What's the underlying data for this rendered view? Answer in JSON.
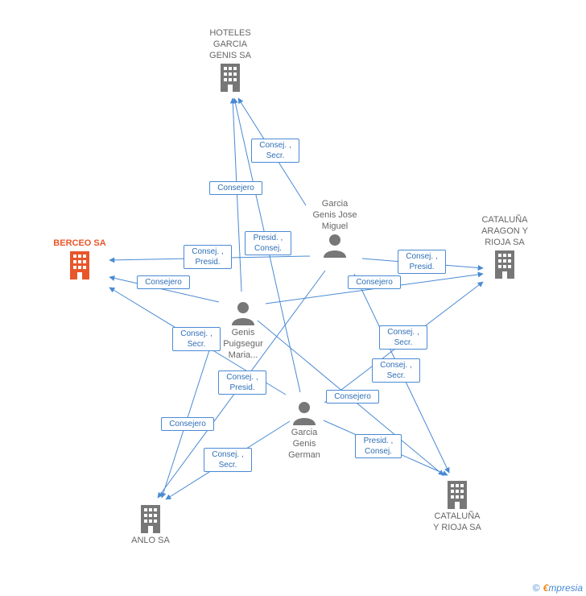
{
  "colors": {
    "edge": "#4a8ad4",
    "company": "#777777",
    "highlight": "#e8562a",
    "person": "#777777"
  },
  "companies": {
    "hoteles": "HOTELES\nGARCIA\nGENIS SA",
    "berceo": "BERCEO SA",
    "cat_aragon": "CATALUÑA\nARAGON Y\nRIOJA SA",
    "anlo": "ANLO SA",
    "cat_rioja": "CATALUÑA\nY RIOJA SA"
  },
  "people": {
    "miguel": "Garcia\nGenis Jose\nMiguel",
    "maria": "Genis\nPuigsegur\nMaria...",
    "german": "Garcia\nGenis\nGerman"
  },
  "relations": {
    "r1": "Consej. ,\nSecr.",
    "r2": "Consejero",
    "r3": "Consej. ,\nPresid.",
    "r4": "Presid. ,\nConsej.",
    "r5": "Consej. ,\nPresid.",
    "r6": "Consejero",
    "r7": "Consejero",
    "r8": "Consej. ,\nSecr.",
    "r9": "Consej. ,\nSecr.",
    "r10": "Consej. ,\nSecr.",
    "r11": "Consej. ,\nPresid.",
    "r12": "Consejero",
    "r13": "Consejero",
    "r14": "Consej. ,\nSecr.",
    "r15": "Presid. ,\nConsej."
  },
  "footer": {
    "copyright": "©",
    "brand_e": "€",
    "brand": "mpresia"
  }
}
